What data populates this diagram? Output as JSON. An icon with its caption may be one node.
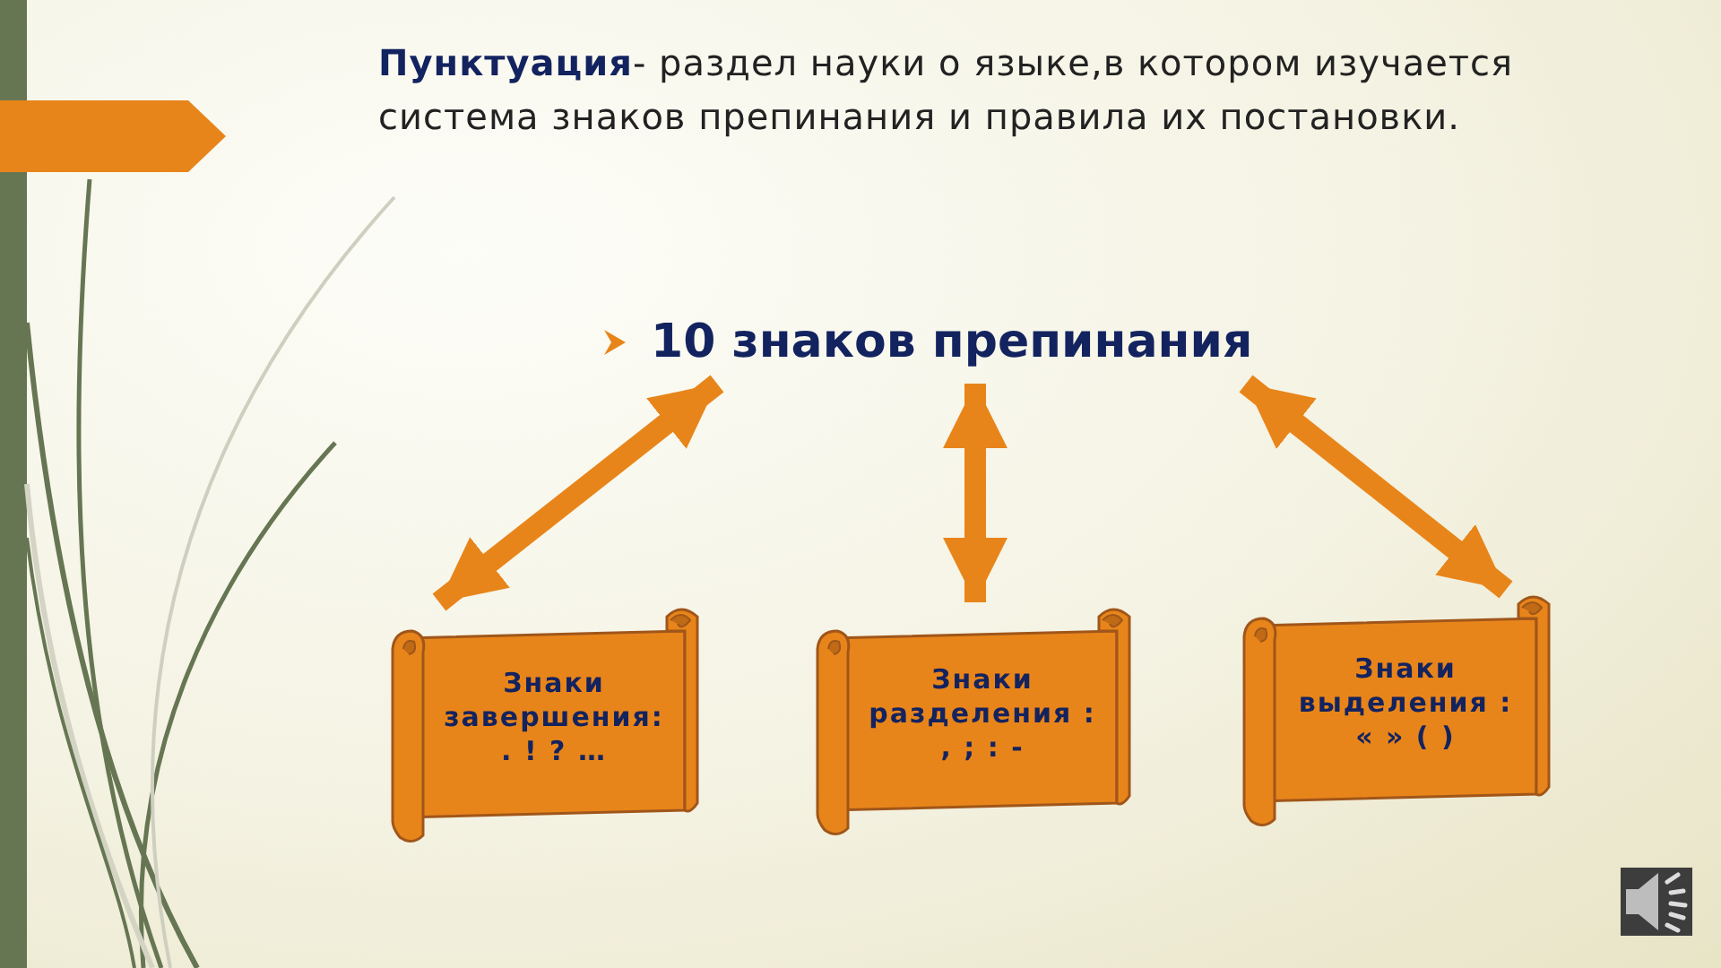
{
  "diagram": {
    "title": "**Пунктуация**- раздел науки о языке,в котором изучается система знаков препинания  и правила их постановки.",
    "nodes": [
      {
        "text": [
          "10 знаков препинания"
        ]
      },
      {
        "text": [
          "Знаки завершения:",
          ". ! ? …"
        ]
      },
      {
        "text": [
          "Знаки разделения :",
          ", ; : -"
        ]
      },
      {
        "text": [
          "Знаки выделения :",
          "« » ( )"
        ]
      }
    ],
    "edges": [
      {
        "from": 0,
        "to": 1,
        "arrow": "both"
      },
      {
        "from": 0,
        "to": 2,
        "arrow": "both"
      },
      {
        "from": 0,
        "to": 3,
        "arrow": "both"
      }
    ]
  }
}
